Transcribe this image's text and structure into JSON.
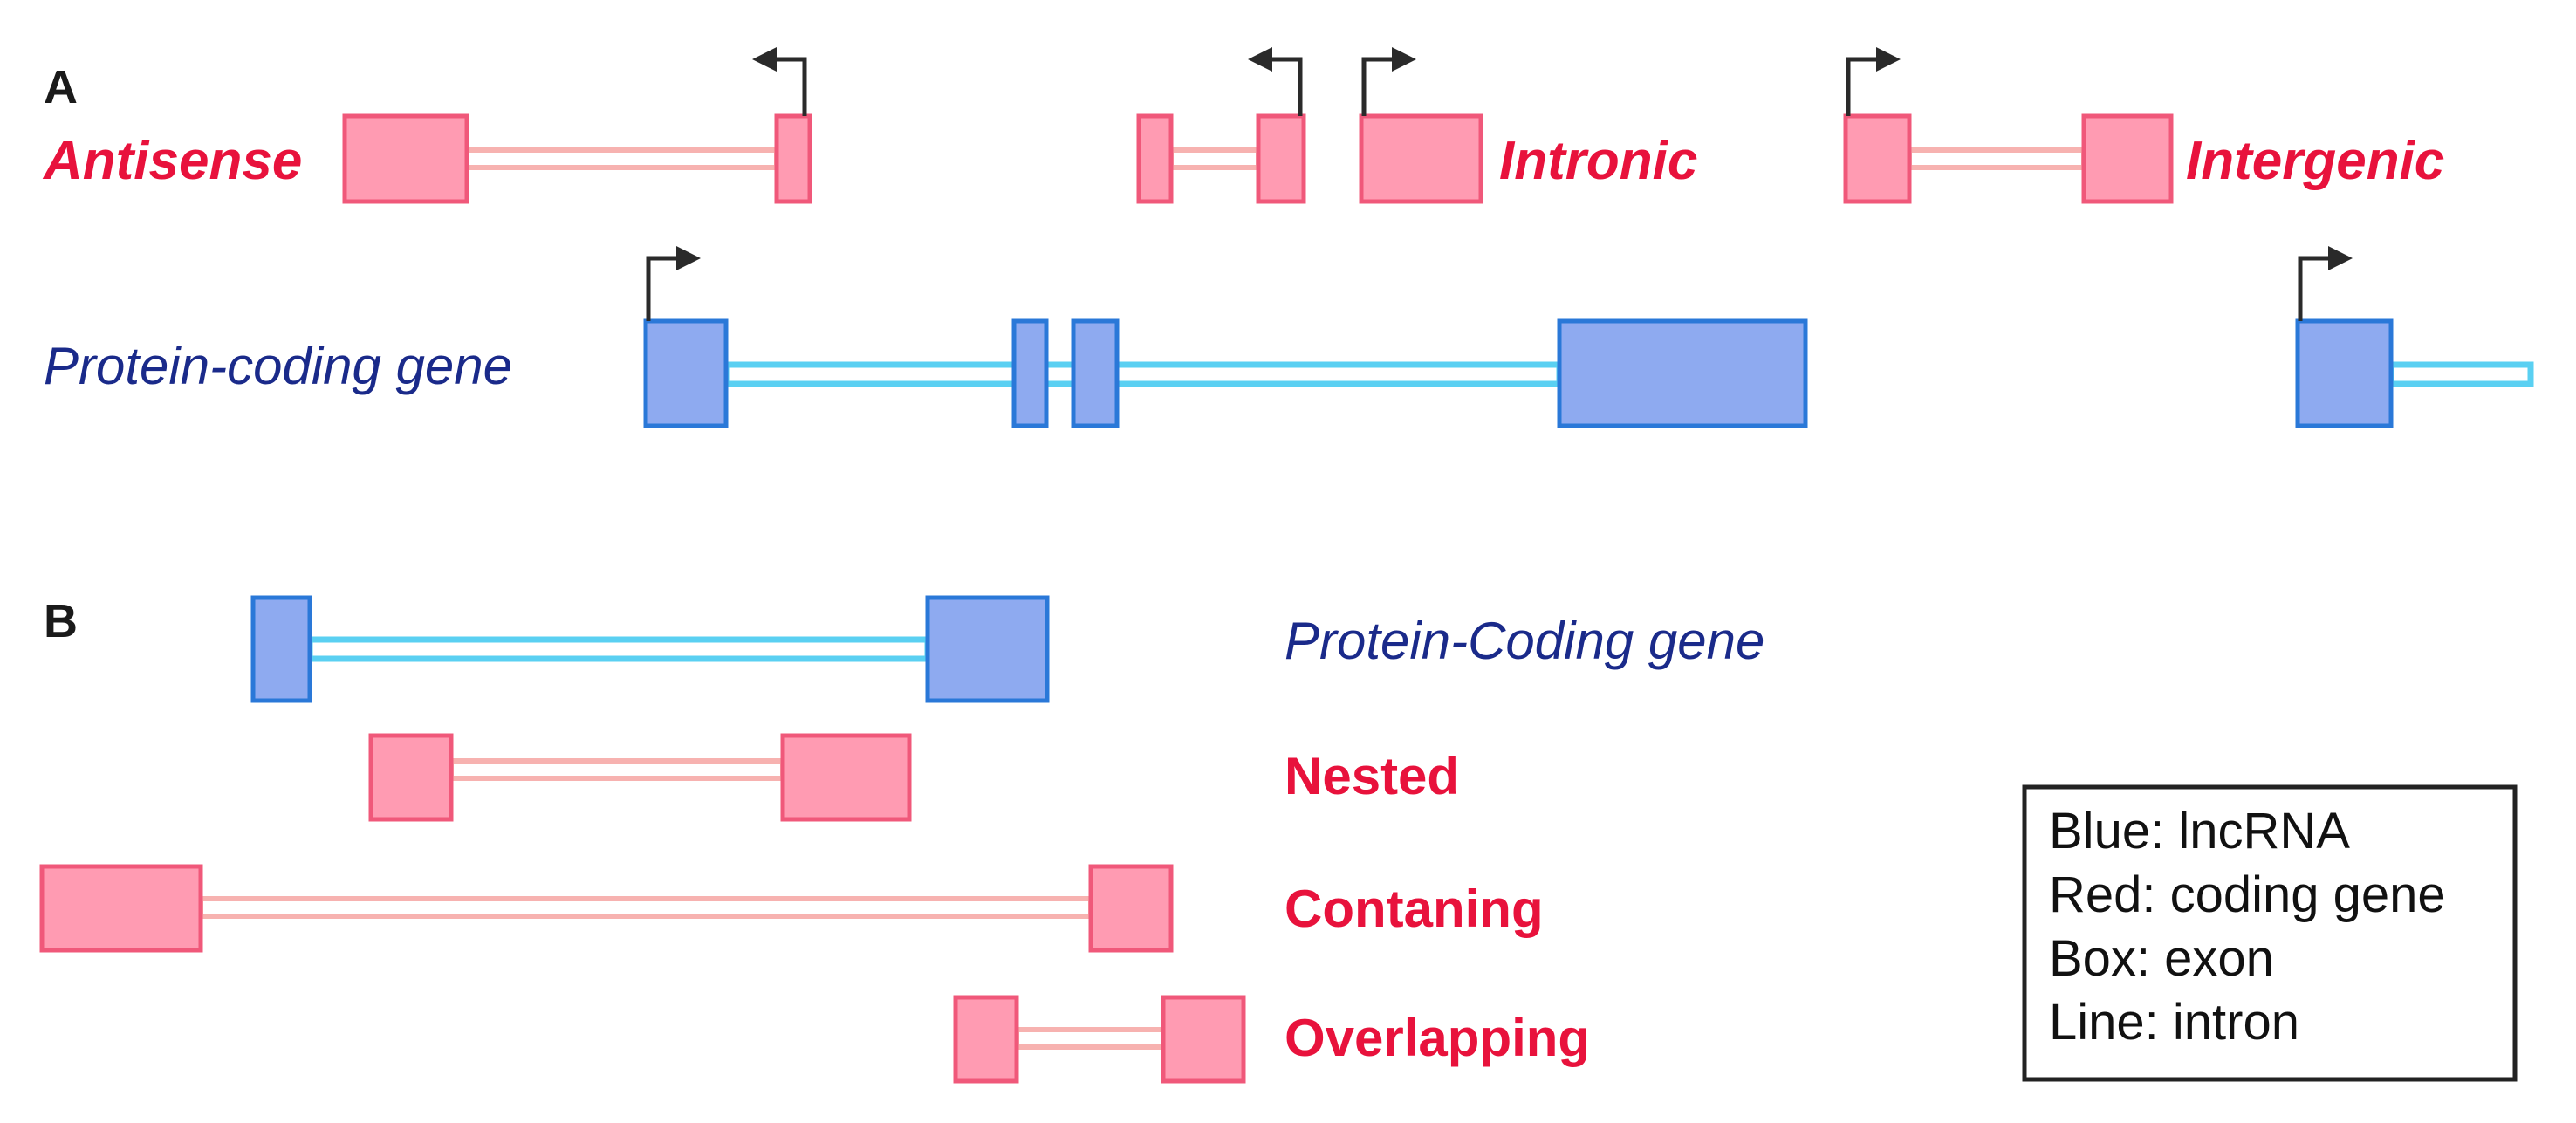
{
  "panels": {
    "a": "A",
    "b": "B"
  },
  "labels": {
    "antisense": "Antisense",
    "intronic": "Intronic",
    "intergenic": "Intergenic",
    "protein_coding_a": "Protein-coding gene",
    "protein_coding_b": "Protein-Coding gene",
    "nested": "Nested",
    "containing": "Contaning",
    "overlapping": "Overlapping"
  },
  "legend": {
    "lines": [
      "Blue: lncRNA",
      "Red: coding gene",
      "Box: exon",
      "Line: intron"
    ]
  },
  "colors": {
    "red_exon_fill": "#ff9bb2",
    "red_exon_stroke": "#f0587a",
    "red_intron": "#f7b2b0",
    "blue_exon_fill": "#8eaaf0",
    "blue_exon_stroke": "#2a78d8",
    "blue_intron": "#5ad0f2",
    "arrow": "#2a2a2a"
  }
}
